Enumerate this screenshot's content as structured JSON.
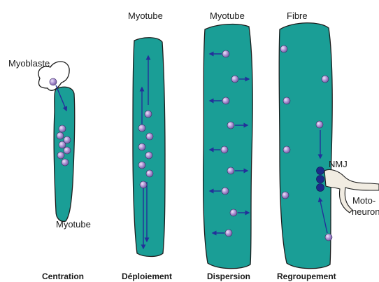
{
  "labels": {
    "myoblaste": "Myoblaste",
    "myotube_stage1": "Myotube",
    "myotube_stage2": "Myotube",
    "myotube_stage3": "Myotube",
    "fibre": "Fibre",
    "nmj": "NMJ",
    "motoneuron_line1": "Moto-",
    "motoneuron_line2": "neuron"
  },
  "stages": [
    {
      "caption": "Centration"
    },
    {
      "caption": "Déploiement"
    },
    {
      "caption": "Dispersion"
    },
    {
      "caption": "Regroupement"
    }
  ],
  "colors": {
    "cell_fill": "#1a9e96",
    "cell_stroke": "#1d1d1d",
    "nucleus": "#a98ed0",
    "nucleus_highlight": "#e9def6",
    "arrow": "#23309a",
    "nmj_nucleus": "#1c2b8a",
    "motoneuron_fill": "#f1ece2"
  }
}
